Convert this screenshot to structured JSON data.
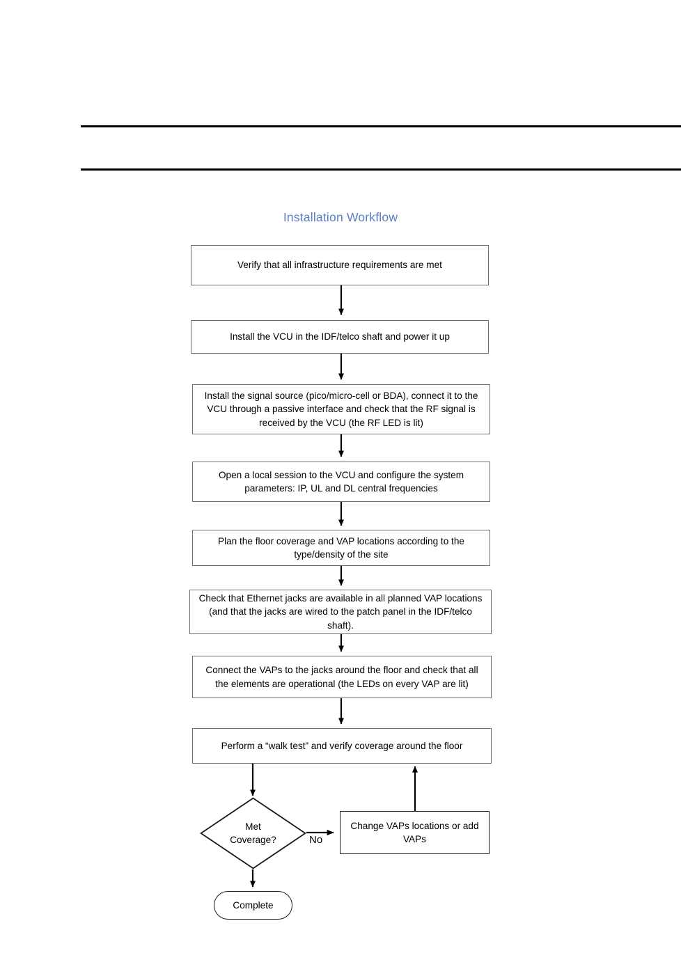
{
  "page": {
    "header_band_text": "",
    "background_color": "#ffffff"
  },
  "diagram": {
    "title": "Installation Workflow",
    "title_color": "#5B7FC7",
    "node_border_color": "#6e6e72",
    "node_border_color_dark": "#1a1a1a",
    "connector_color": "#000000",
    "nodes": [
      {
        "id": "n1",
        "shape": "process",
        "text": "Verify that all infrastructure requirements are met"
      },
      {
        "id": "n2",
        "shape": "process",
        "text": "Install the VCU in the IDF/telco shaft and power it up"
      },
      {
        "id": "n3",
        "shape": "process",
        "text": "Install the signal source (pico/micro-cell or BDA), connect it to the VCU through a passive interface and check that the RF signal is received by the VCU (the RF LED is lit)"
      },
      {
        "id": "n4",
        "shape": "process",
        "text": "Open a local session to the VCU and configure the system parameters: IP, UL and DL central frequencies"
      },
      {
        "id": "n5",
        "shape": "process",
        "text": "Plan the floor coverage and VAP locations according to the type/density of the site"
      },
      {
        "id": "n6",
        "shape": "process",
        "text": "Check that Ethernet jacks are available in all planned VAP locations (and that the jacks are wired to the patch panel in the IDF/telco shaft)."
      },
      {
        "id": "n7",
        "shape": "process",
        "text": "Connect the VAPs to the jacks around the floor and check that all the elements are operational (the LEDs on every VAP are lit)"
      },
      {
        "id": "n8",
        "shape": "process",
        "text": "Perform a “walk test” and verify coverage around the floor"
      },
      {
        "id": "d1",
        "shape": "decision",
        "text_line1": "Met",
        "text_line2": "Coverage?"
      },
      {
        "id": "n9",
        "shape": "process",
        "text": "Change VAPs locations or add VAPs"
      },
      {
        "id": "t1",
        "shape": "terminator",
        "text": "Complete"
      }
    ],
    "edges": [
      {
        "from": "n1",
        "to": "n2",
        "label": ""
      },
      {
        "from": "n2",
        "to": "n3",
        "label": ""
      },
      {
        "from": "n3",
        "to": "n4",
        "label": ""
      },
      {
        "from": "n4",
        "to": "n5",
        "label": ""
      },
      {
        "from": "n5",
        "to": "n6",
        "label": ""
      },
      {
        "from": "n6",
        "to": "n7",
        "label": ""
      },
      {
        "from": "n7",
        "to": "n8",
        "label": ""
      },
      {
        "from": "n8",
        "to": "d1",
        "label": ""
      },
      {
        "from": "d1",
        "to": "n9",
        "label": "No"
      },
      {
        "from": "n9",
        "to": "n8",
        "label": ""
      },
      {
        "from": "d1",
        "to": "t1",
        "label": ""
      }
    ],
    "edge_labels": {
      "no": "No"
    }
  }
}
